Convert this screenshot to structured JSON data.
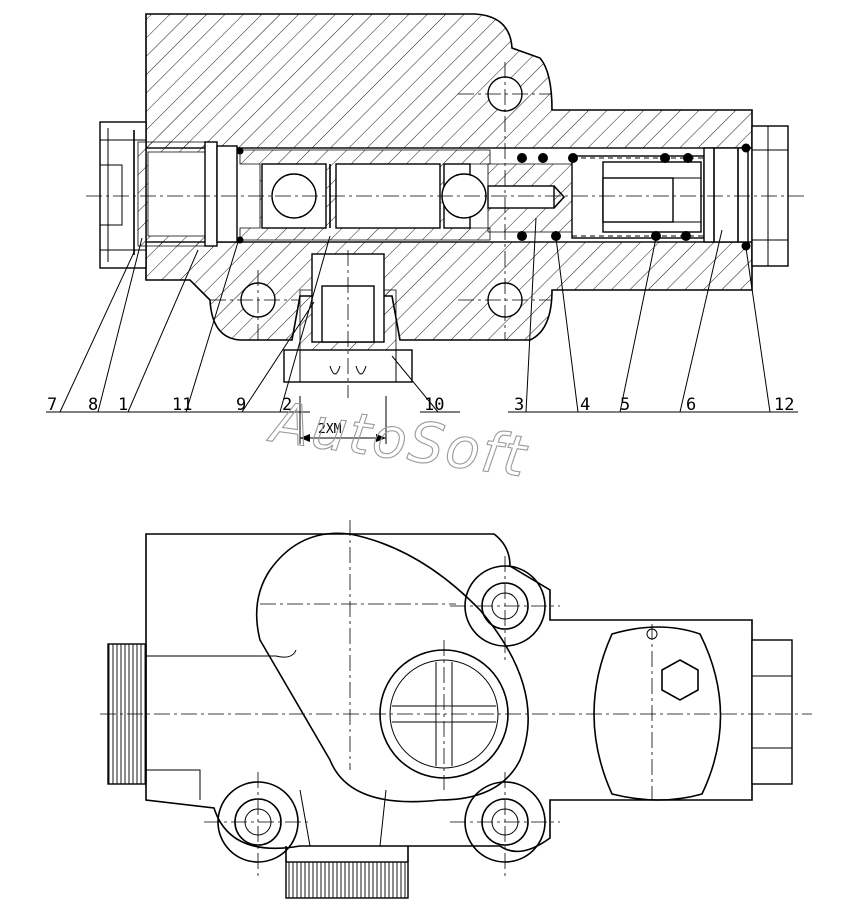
{
  "watermark": "AutoSoft",
  "dimension_label": "2XM",
  "callouts": [
    {
      "id": "c7",
      "text": "7"
    },
    {
      "id": "c8",
      "text": "8"
    },
    {
      "id": "c1",
      "text": "1"
    },
    {
      "id": "c11",
      "text": "11"
    },
    {
      "id": "c9",
      "text": "9"
    },
    {
      "id": "c2",
      "text": "2"
    },
    {
      "id": "c10",
      "text": "10"
    },
    {
      "id": "c3",
      "text": "3"
    },
    {
      "id": "c4",
      "text": "4"
    },
    {
      "id": "c5",
      "text": "5"
    },
    {
      "id": "c6",
      "text": "6"
    },
    {
      "id": "c12",
      "text": "12"
    }
  ],
  "colors": {
    "line": "#000000",
    "background": "#ffffff",
    "watermark": "#9a9a9a"
  }
}
